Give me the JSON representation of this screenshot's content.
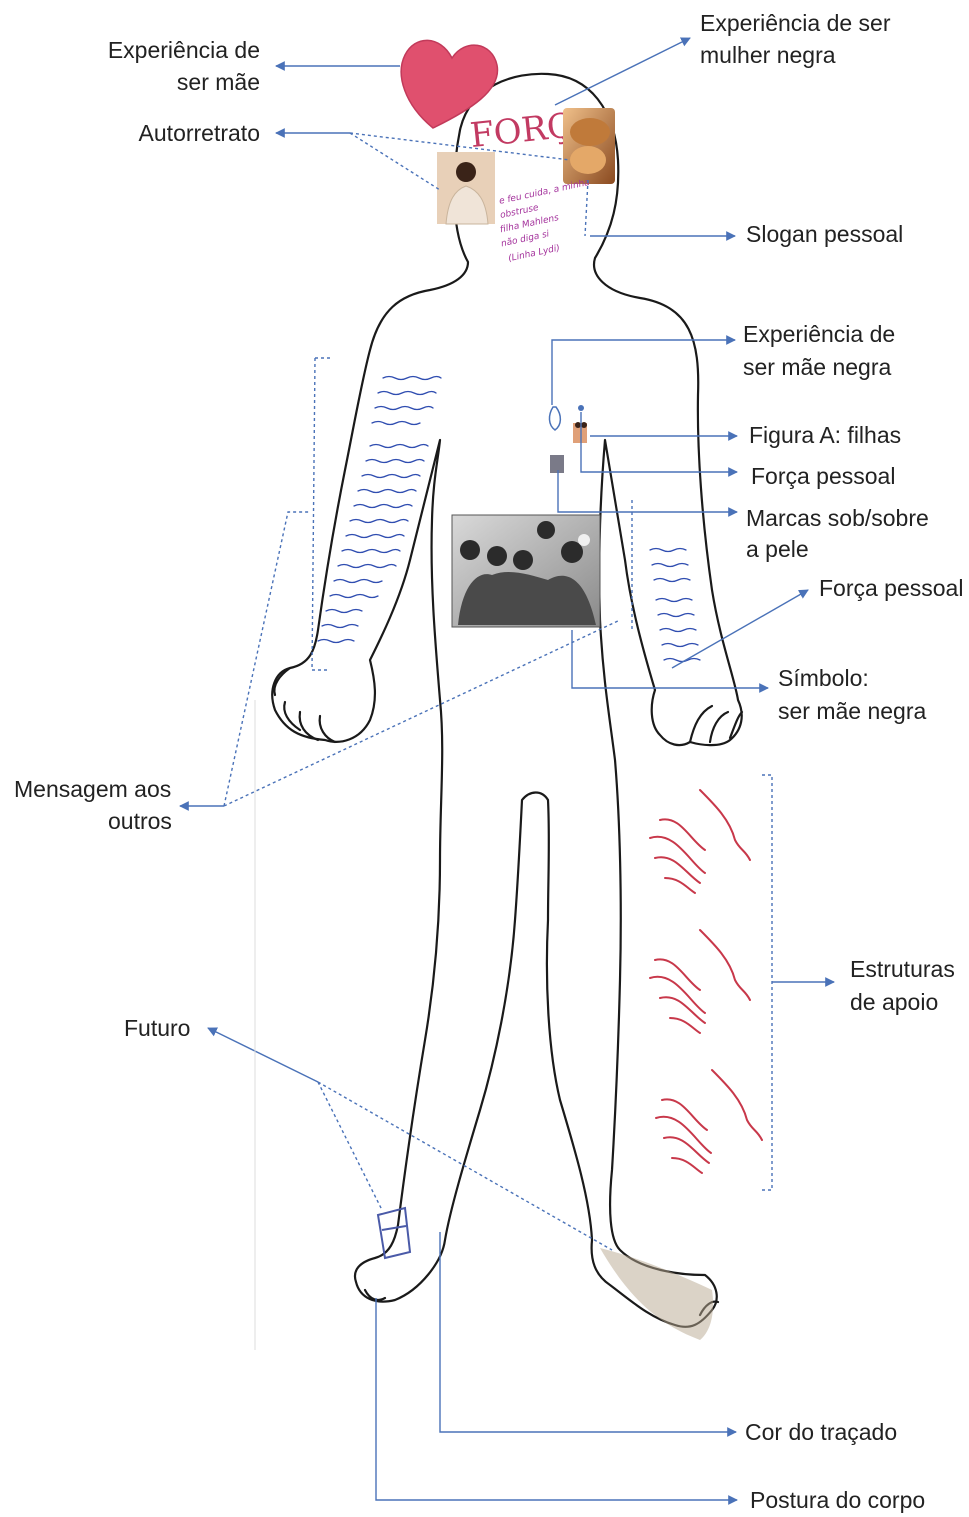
{
  "labels": {
    "experiencia_ser_mae": [
      "Experiência  de",
      "ser mãe"
    ],
    "autorretrato": "Autorretrato",
    "experiencia_mulher_negra": [
      "Experiência  de ser",
      "mulher negra"
    ],
    "slogan_pessoal": "Slogan pessoal",
    "experiencia_mae_negra": [
      "Experiência  de",
      "ser mãe negra"
    ],
    "figura_a_filhas": "Figura A: filhas",
    "forca_pessoal_1": "Força pessoal",
    "marcas_pele": [
      "Marcas sob/sobre",
      "a pele"
    ],
    "forca_pessoal_2": "Força pessoal",
    "simbolo_mae_negra": [
      "Símbolo:",
      "ser mãe negra"
    ],
    "mensagem_outros": [
      "Mensagem aos",
      "outros"
    ],
    "estruturas_apoio": [
      "Estruturas",
      "de apoio"
    ],
    "futuro": "Futuro",
    "cor_tracado": "Cor do traçado",
    "postura_corpo": "Postura do corpo"
  },
  "drawing": {
    "head_word": "FORÇA"
  },
  "colors": {
    "arrow": "#4a72b8",
    "outline": "#1a1a1a",
    "heart": "#e0506e",
    "hand_scribble": "#c8384a",
    "blue_writing": "#2f4db0",
    "pink_writing": "#a4329c"
  }
}
